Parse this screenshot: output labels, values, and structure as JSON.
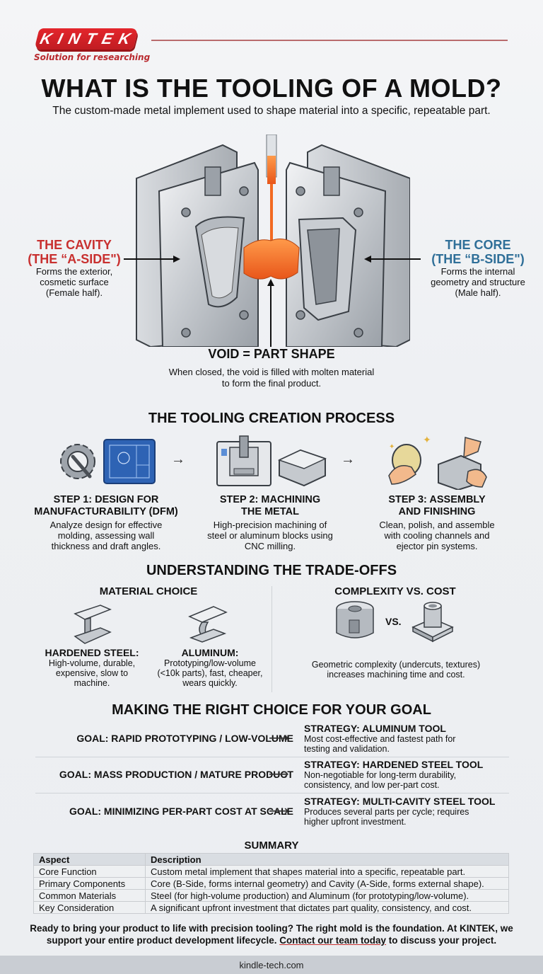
{
  "header": {
    "logo_text": "KINTEK",
    "tagline": "Solution for researching",
    "title": "WHAT IS THE TOOLING OF A MOLD?",
    "subtitle": "The custom-made metal implement used to shape material into a specific, repeatable part."
  },
  "diagram": {
    "cavity": {
      "title_line1": "THE CAVITY",
      "title_line2": "(THE “A-SIDE\")",
      "desc_line1": "Forms the exterior,",
      "desc_line2": "cosmetic surface",
      "desc_line3": "(Female half).",
      "color": "#c8302f"
    },
    "core": {
      "title_line1": "THE CORE",
      "title_line2": "(THE “B-SIDE\")",
      "desc_line1": "Forms the internal",
      "desc_line2": "geometry and structure",
      "desc_line3": "(Male half).",
      "color": "#2f6f98"
    },
    "void": {
      "title": "VOID = PART SHAPE",
      "desc_line1": "When closed, the void is filled with molten material",
      "desc_line2": "to form the final product."
    },
    "molten_color": "#f26a21"
  },
  "process": {
    "heading": "THE TOOLING CREATION PROCESS",
    "steps": [
      {
        "title_line1": "STEP 1: DESIGN FOR",
        "title_line2": "MANUFACTURABILITY (DFM)",
        "desc_line1": "Analyze design for effective",
        "desc_line2": "molding, assessing wall",
        "desc_line3": "thickness and draft angles.",
        "icons": [
          "gear-wrench-icon",
          "blueprint-icon"
        ]
      },
      {
        "title_line1": "STEP 2: MACHINING",
        "title_line2": "THE METAL",
        "desc_line1": "High-precision machining of",
        "desc_line2": "steel or aluminum blocks using",
        "desc_line3": "CNC milling.",
        "icons": [
          "cnc-machine-icon",
          "metal-block-icon"
        ]
      },
      {
        "title_line1": "STEP 3: ASSEMBLY",
        "title_line2": "AND FINISHING",
        "desc_line1": "Clean, polish, and assemble",
        "desc_line2": "with cooling channels and",
        "desc_line3": "ejector pin systems.",
        "icons": [
          "polishing-hand-icon",
          "assembly-hands-icon"
        ]
      }
    ],
    "arrow": "→"
  },
  "tradeoffs": {
    "heading": "UNDERSTANDING THE TRADE-OFFS",
    "material": {
      "heading": "MATERIAL CHOICE",
      "items": [
        {
          "title": "HARDENED STEEL:",
          "desc_line1": "High-volume, durable,",
          "desc_line2": "expensive, slow to",
          "desc_line3": "machine."
        },
        {
          "title": "ALUMINUM:",
          "desc_line1": "Prototyping/low-volume",
          "desc_line2": "(<10k parts), fast, cheaper,",
          "desc_line3": "wears quickly."
        }
      ]
    },
    "complexity": {
      "heading": "COMPLEXITY VS. COST",
      "vs_label": "VS.",
      "desc_line1": "Geometric complexity (undercuts, textures)",
      "desc_line2": "increases machining time and cost."
    }
  },
  "goals": {
    "heading": "MAKING THE RIGHT CHOICE FOR YOUR GOAL",
    "arrow": "⟶",
    "rows": [
      {
        "goal": "GOAL: RAPID PROTOTYPING / LOW-VOLUME",
        "strategy": "STRATEGY: ALUMINUM TOOL",
        "desc_line1": "Most cost-effective and fastest path for",
        "desc_line2": "testing and validation."
      },
      {
        "goal": "GOAL: MASS PRODUCTION / MATURE PRODUCT",
        "strategy": "STRATEGY: HARDENED STEEL TOOL",
        "desc_line1": "Non-negotiable for long-term durability,",
        "desc_line2": "consistency, and low per-part cost."
      },
      {
        "goal": "GOAL: MINIMIZING PER-PART COST AT SCALE",
        "strategy": "STRATEGY: MULTI-CAVITY STEEL TOOL",
        "desc_line1": "Produces several parts per cycle; requires",
        "desc_line2": "higher upfront investment."
      }
    ]
  },
  "summary": {
    "heading": "SUMMARY",
    "columns": [
      "Aspect",
      "Description"
    ],
    "rows": [
      [
        "Core Function",
        "Custom metal implement that shapes material into a specific, repeatable part."
      ],
      [
        "Primary Components",
        "Core (B-Side, forms internal geometry) and Cavity (A-Side, forms external shape)."
      ],
      [
        "Common Materials",
        "Steel (for high-volume production) and Aluminum (for prototyping/low-volume)."
      ],
      [
        "Key Consideration",
        "A significant upfront investment that dictates part quality, consistency, and cost."
      ]
    ]
  },
  "cta": {
    "text_before": "Ready to bring your product to life with precision tooling? The right mold is the foundation. At KINTEK, we support your entire product development lifecycle. ",
    "link_text": "Contact our team today",
    "text_after": " to discuss your project."
  },
  "footer": {
    "url": "kindle-tech.com"
  }
}
